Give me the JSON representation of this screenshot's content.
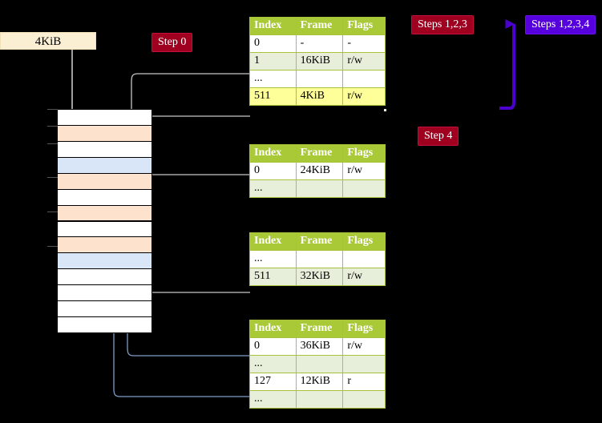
{
  "labels": {
    "kib_box": "4KiB",
    "step0": "Step 0",
    "steps123": "Steps 1,2,3",
    "steps1234": "Steps 1,2,3,4",
    "step4": "Step 4"
  },
  "colors": {
    "badge_red": "#a00020",
    "badge_blue": "#5500dd",
    "table_header": "#a9c937",
    "table_alt_row": "#e7eeda",
    "highlight": "#ffff99",
    "mem_peach": "#fde3cd",
    "mem_blue": "#d8e6f7",
    "kib_box_bg": "#faefd2",
    "wire_grey": "#b8b8b8",
    "wire_blue": "#7f9dc6"
  },
  "tables": [
    {
      "name": "page-table-level-0",
      "columns": [
        "Index",
        "Frame",
        "Flags"
      ],
      "rows": [
        {
          "style": "plain",
          "cells": [
            "0",
            "-",
            "-"
          ],
          "highlight": false
        },
        {
          "style": "alt",
          "cells": [
            "1",
            "16KiB",
            "r/w"
          ],
          "highlight": false
        },
        {
          "style": "plain",
          "cells": [
            "...",
            "",
            ""
          ],
          "highlight": false
        },
        {
          "style": "alt",
          "cells": [
            "511",
            "4KiB",
            "r/w"
          ],
          "highlight": true
        }
      ]
    },
    {
      "name": "page-table-level-1",
      "columns": [
        "Index",
        "Frame",
        "Flags"
      ],
      "rows": [
        {
          "style": "plain",
          "cells": [
            "0",
            "24KiB",
            "r/w"
          ],
          "highlight": false
        },
        {
          "style": "alt",
          "cells": [
            "...",
            "",
            ""
          ],
          "highlight": false
        }
      ]
    },
    {
      "name": "page-table-level-2",
      "columns": [
        "Index",
        "Frame",
        "Flags"
      ],
      "rows": [
        {
          "style": "plain",
          "cells": [
            "...",
            "",
            ""
          ],
          "highlight": false
        },
        {
          "style": "alt",
          "cells": [
            "511",
            "32KiB",
            "r/w"
          ],
          "highlight": false
        }
      ]
    },
    {
      "name": "page-table-level-3",
      "columns": [
        "Index",
        "Frame",
        "Flags"
      ],
      "rows": [
        {
          "style": "plain",
          "cells": [
            "0",
            "36KiB",
            "r/w"
          ],
          "highlight": false
        },
        {
          "style": "alt",
          "cells": [
            "...",
            "",
            ""
          ],
          "highlight": false
        },
        {
          "style": "plain",
          "cells": [
            "127",
            "12KiB",
            "r"
          ],
          "highlight": false
        },
        {
          "style": "alt",
          "cells": [
            "...",
            "",
            ""
          ],
          "highlight": false
        }
      ]
    }
  ],
  "memory_column": {
    "name": "physical-memory-column",
    "rows": [
      {
        "fill": "white"
      },
      {
        "fill": "peach"
      },
      {
        "fill": "white"
      },
      {
        "fill": "blue"
      },
      {
        "fill": "peach"
      },
      {
        "fill": "white"
      },
      {
        "fill": "peach"
      },
      {
        "fill": "white"
      },
      {
        "fill": "peach"
      },
      {
        "fill": "blue"
      },
      {
        "fill": "white"
      },
      {
        "fill": "white"
      },
      {
        "fill": "white"
      },
      {
        "fill": "white"
      }
    ]
  }
}
